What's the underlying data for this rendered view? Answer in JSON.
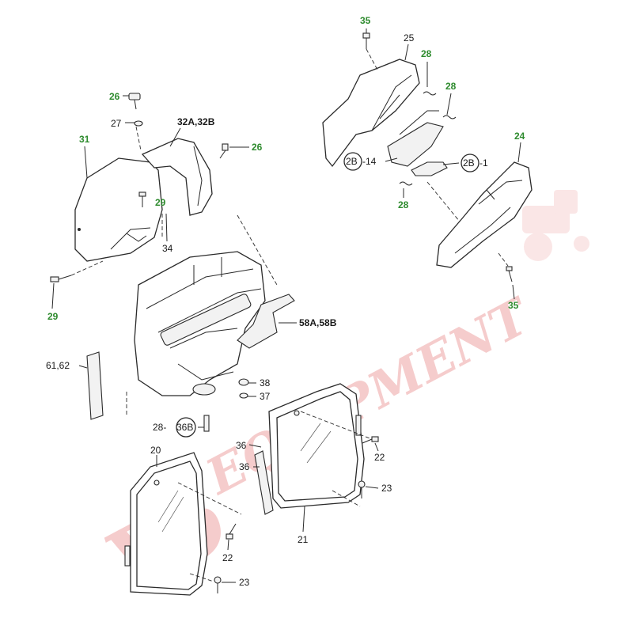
{
  "watermark": {
    "text_left": "Vo",
    "text_rest": "EQUIPMENT",
    "color": "#f2b8b8"
  },
  "colors": {
    "label": "#1a1a1a",
    "label_green": "#2e8b2e",
    "line": "#2a2a2a"
  },
  "callouts": {
    "c35_top": "35",
    "c25": "25",
    "c28_a": "28",
    "c28_b": "28",
    "c28_c": "28",
    "c2B_14_circle": "2B",
    "c2B_14_tail": "-14",
    "c2B_1_circle": "2B",
    "c2B_1_tail": "-1",
    "c24": "24",
    "c35_bottom": "35",
    "c26_top": "26",
    "c27": "27",
    "c32": "32A,32B",
    "c26_right": "26",
    "c31": "31",
    "c29_mid": "29",
    "c34": "34",
    "c29_left": "29",
    "c58": "58A,58B",
    "c61": "61,62",
    "c38": "38",
    "c37": "37",
    "c28_36B_head": "28-",
    "c36B_circle": "36B",
    "c36_a": "36",
    "c36_b": "36",
    "c22_right": "22",
    "c23_right": "23",
    "c20": "20",
    "c21": "21",
    "c22_left": "22",
    "c23_bottom": "23"
  }
}
